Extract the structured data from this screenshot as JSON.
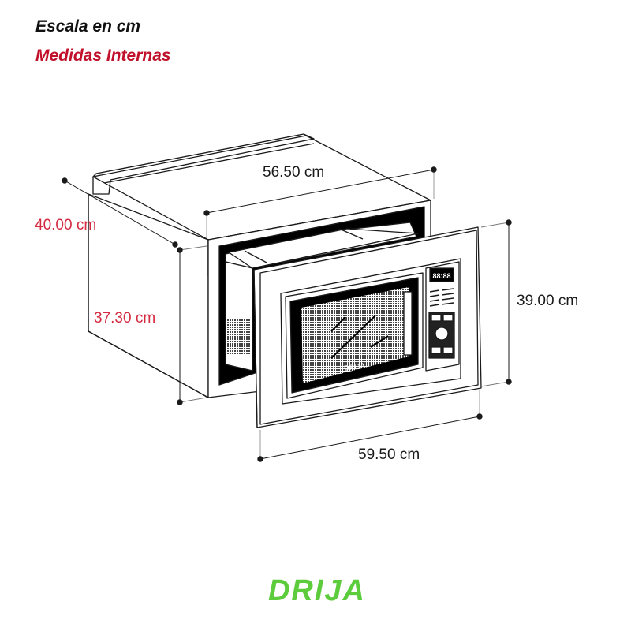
{
  "header": {
    "scale_label": "Escala en cm",
    "internal_label": "Medidas Internas"
  },
  "dimensions": {
    "depth": "56.50 cm",
    "cabinet_height_outer": "40.00 cm",
    "cabinet_height_inner": "37.30 cm",
    "frame_height": "39.00 cm",
    "frame_width": "59.50 cm"
  },
  "microwave": {
    "door_brand": "DRIJA",
    "display": "88:88"
  },
  "brand": {
    "logo_text": "DRIJA",
    "color": "#5ccc3c"
  },
  "colors": {
    "line": "#1a1a1a",
    "internal_red": "#d42a40",
    "header_red": "#c0102a"
  }
}
